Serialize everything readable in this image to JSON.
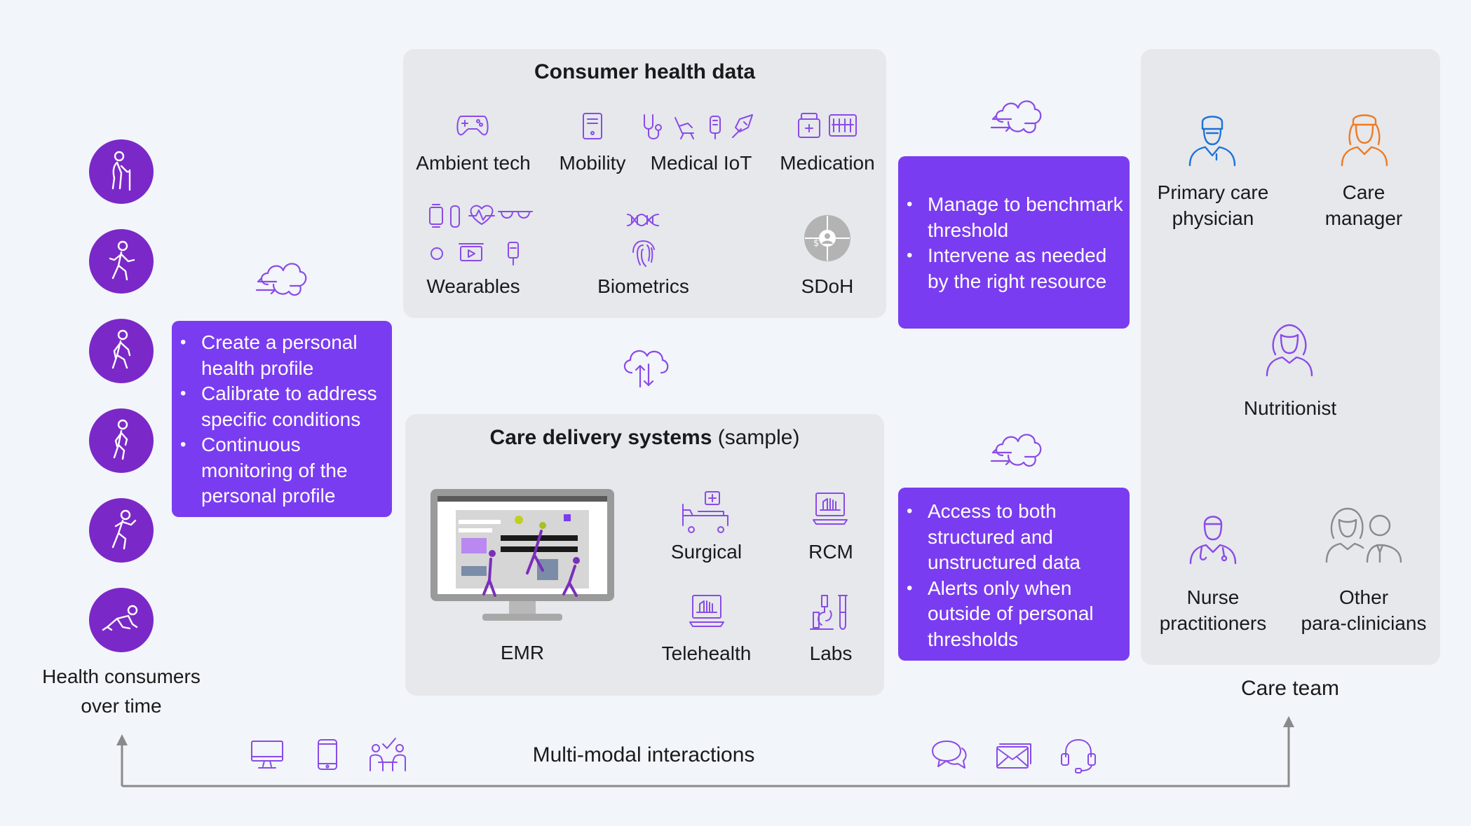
{
  "consumers": {
    "label_line1": "Health consumers",
    "label_line2": "over time",
    "icons": [
      "elderly-cane-person-icon",
      "walking-person-icon",
      "hiking-person-icon",
      "running-person-icon",
      "dancing-person-icon",
      "crawling-person-icon"
    ]
  },
  "profile_box": {
    "items": [
      "Create a personal health profile",
      "Calibrate to address specific conditions",
      "Continuous monitoring of the personal profile"
    ]
  },
  "consumer_data": {
    "title": "Consumer health data",
    "items": {
      "ambient": "Ambient tech",
      "mobility": "Mobility",
      "medical_iot": "Medical IoT",
      "medication": "Medication",
      "wearables": "Wearables",
      "biometrics": "Biometrics",
      "sdoh": "SDoH"
    }
  },
  "care_delivery": {
    "title_bold": "Care delivery systems",
    "title_suffix": "(sample)",
    "items": {
      "emr": "EMR",
      "surgical": "Surgical",
      "rcm": "RCM",
      "telehealth": "Telehealth",
      "labs": "Labs"
    }
  },
  "benchmark_box": {
    "items": [
      "Manage to benchmark threshold",
      "Intervene as needed by the right resource"
    ]
  },
  "access_box": {
    "items": [
      "Access to both structured and unstructured data",
      "Alerts only when outside of personal thresholds"
    ]
  },
  "care_team": {
    "label": "Care team",
    "members": {
      "pcp_1": "Primary care",
      "pcp_2": "physician",
      "cm_1": "Care",
      "cm_2": "manager",
      "nutritionist": "Nutritionist",
      "np_1": "Nurse",
      "np_2": "practitioners",
      "other_1": "Other",
      "other_2": "para-clinicians"
    }
  },
  "interactions": {
    "label": "Multi-modal interactions"
  },
  "colors": {
    "purple_box": "#7a3cf0",
    "person_circle": "#7b28c8",
    "icon_purple": "#8a4be8",
    "icon_blue": "#1f72d6",
    "icon_orange": "#ef7a22",
    "panel_gray": "#e6e8ec",
    "arrow_gray": "#8a8a8a"
  }
}
